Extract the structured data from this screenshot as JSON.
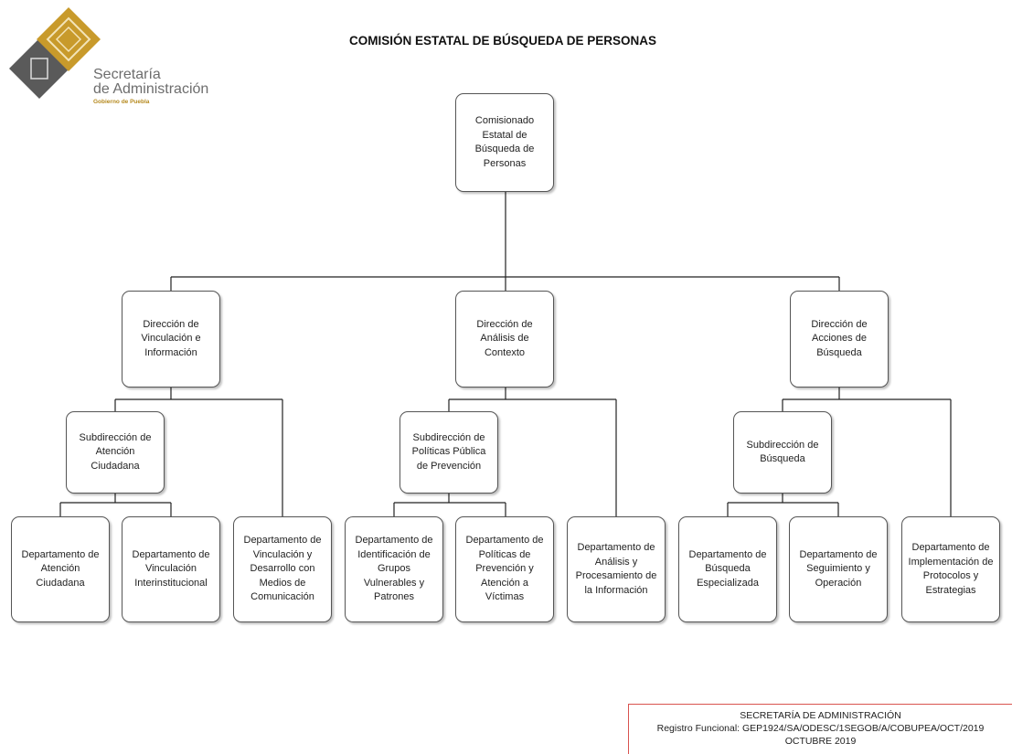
{
  "header": {
    "title": "COMISIÓN ESTATAL DE BÚSQUEDA DE PERSONAS",
    "logo_line1": "Secretaría",
    "logo_line2": "de Administración",
    "logo_line3": "Gobierno de Puebla"
  },
  "org": {
    "root": "Comisionado Estatal de Búsqueda de Personas",
    "dir1": "Dirección de Vinculación e Información",
    "dir2": "Dirección de Análisis de Contexto",
    "dir3": "Dirección de Acciones de Búsqueda",
    "sub1": "Subdirección de Atención Ciudadana",
    "sub2": "Subdirección de Políticas Pública de Prevención",
    "sub3": "Subdirección de Búsqueda",
    "dep1": "Departamento de Atención Ciudadana",
    "dep2": "Departamento de Vinculación Interinstitucional",
    "dep3": "Departamento de Vinculación y Desarrollo con Medios de Comunicación",
    "dep4": "Departamento de Identificación de Grupos Vulnerables y Patrones",
    "dep5": "Departamento de Políticas de Prevención y Atención a Víctimas",
    "dep6": "Departamento de Análisis y Procesamiento de la Información",
    "dep7": "Departamento de Búsqueda Especializada",
    "dep8": "Departamento de Seguimiento y Operación",
    "dep9": "Departamento de Implementación de Protocolos y Estrategias"
  },
  "footer": {
    "line1": "SECRETARÍA DE ADMINISTRACIÓN",
    "line2": "Registro Funcional: GEP1924/SA/ODESC/1SEGOB/A/COBUPEA/OCT/2019",
    "line3": "OCTUBRE 2019"
  }
}
